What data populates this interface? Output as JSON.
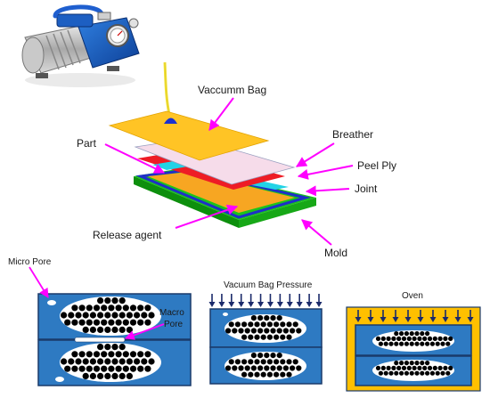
{
  "labels": {
    "vacuum_bag": "Vaccumm Bag",
    "breather": "Breather",
    "part": "Part",
    "peel_ply": "Peel Ply",
    "joint": "Joint",
    "release_agent": "Release agent",
    "mold": "Mold",
    "micro_pore": "Micro Pore",
    "macro_pore_line1": "Macro",
    "macro_pore_line2": "Pore",
    "vacuum_bag_pressure": "Vacuum Bag Pressure",
    "oven": "Oven"
  },
  "colors": {
    "vacuum_bag": "#ffc425",
    "breather": "#f6dcea",
    "peel_ply": "#ee1c25",
    "joint": "#22d3e6",
    "release_agent": "#f7a622",
    "mold_green": "#1cc31c",
    "mold_border": "#1f2fc8",
    "arrow_magenta": "#ff00ff",
    "panel_blue": "#2e7ac2",
    "oven_yellow": "#ffc000",
    "pressure_arrow": "#1b2a6a"
  }
}
